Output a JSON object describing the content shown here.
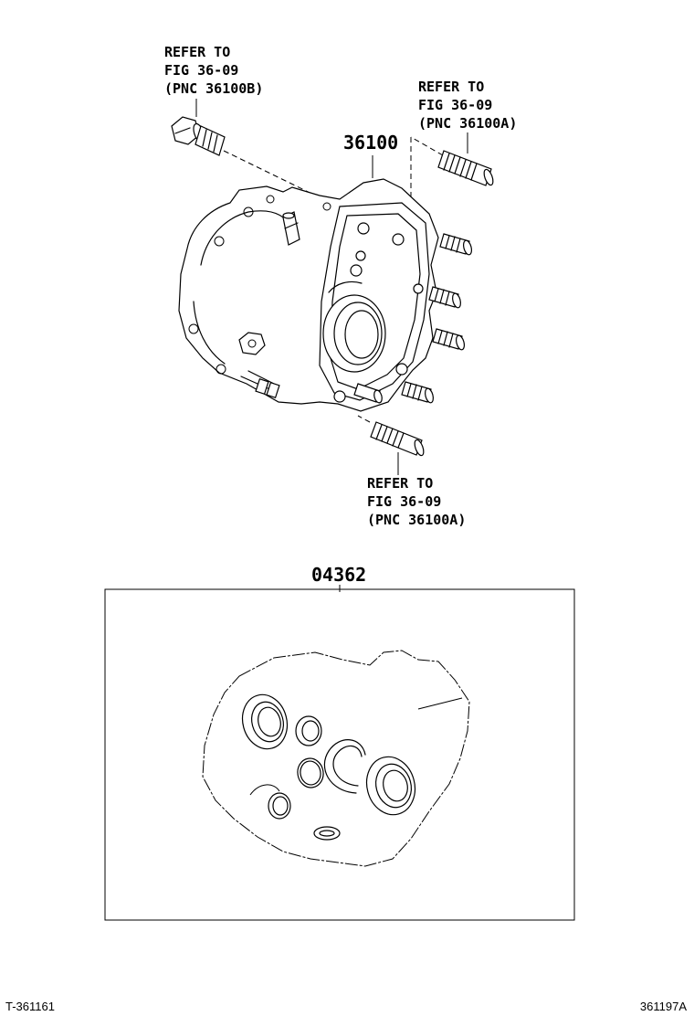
{
  "callouts": {
    "top_left": {
      "line1": "REFER TO",
      "line2": "FIG 36-09",
      "line3": "(PNC 36100B)"
    },
    "top_right": {
      "line1": "REFER TO",
      "line2": "FIG 36-09",
      "line3": "(PNC 36100A)"
    },
    "bottom": {
      "line1": "REFER TO",
      "line2": "FIG 36-09",
      "line3": "(PNC 36100A)"
    }
  },
  "parts": {
    "housing_number": "36100",
    "kit_number": "04362"
  },
  "footer": {
    "left_code": "T-361161",
    "right_code": "361197A"
  }
}
